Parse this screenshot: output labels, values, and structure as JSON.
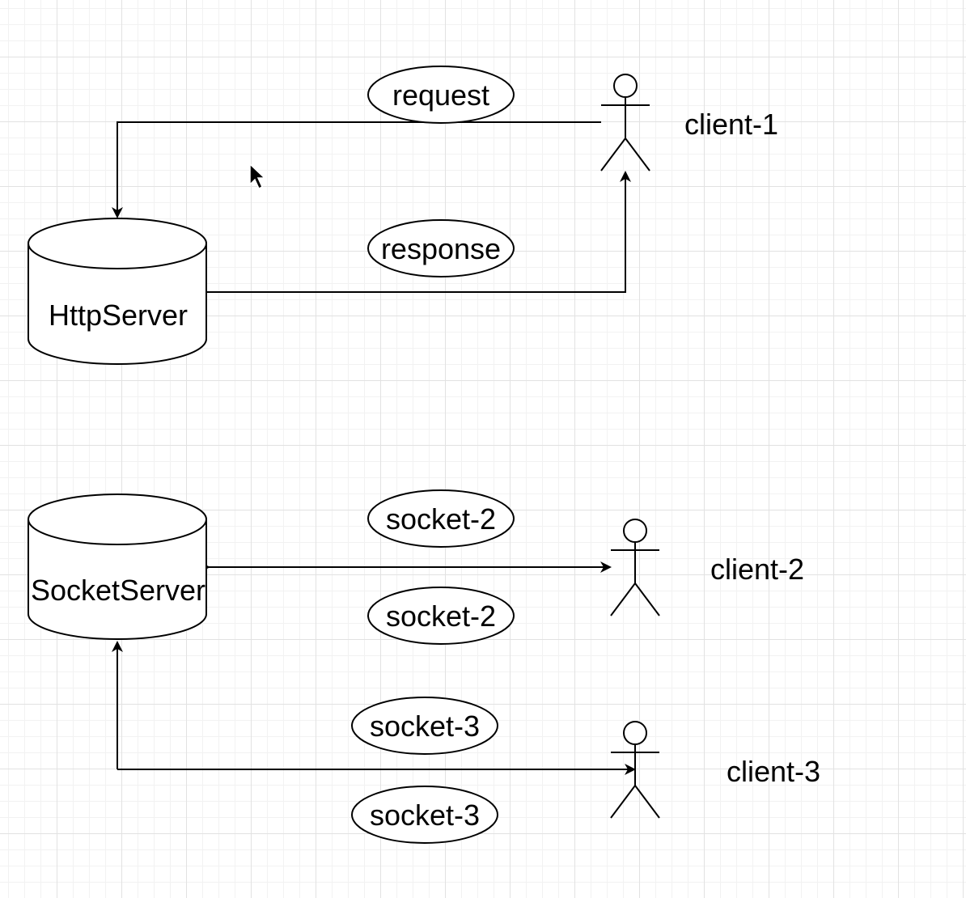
{
  "nodes": {
    "http_server": "HttpServer",
    "socket_server": "SocketServer",
    "client_1": "client-1",
    "client_2": "client-2",
    "client_3": "client-3"
  },
  "edge_labels": {
    "request": "request",
    "response": "response",
    "socket_2_top": "socket-2",
    "socket_2_bottom": "socket-2",
    "socket_3_top": "socket-3",
    "socket_3_bottom": "socket-3"
  }
}
